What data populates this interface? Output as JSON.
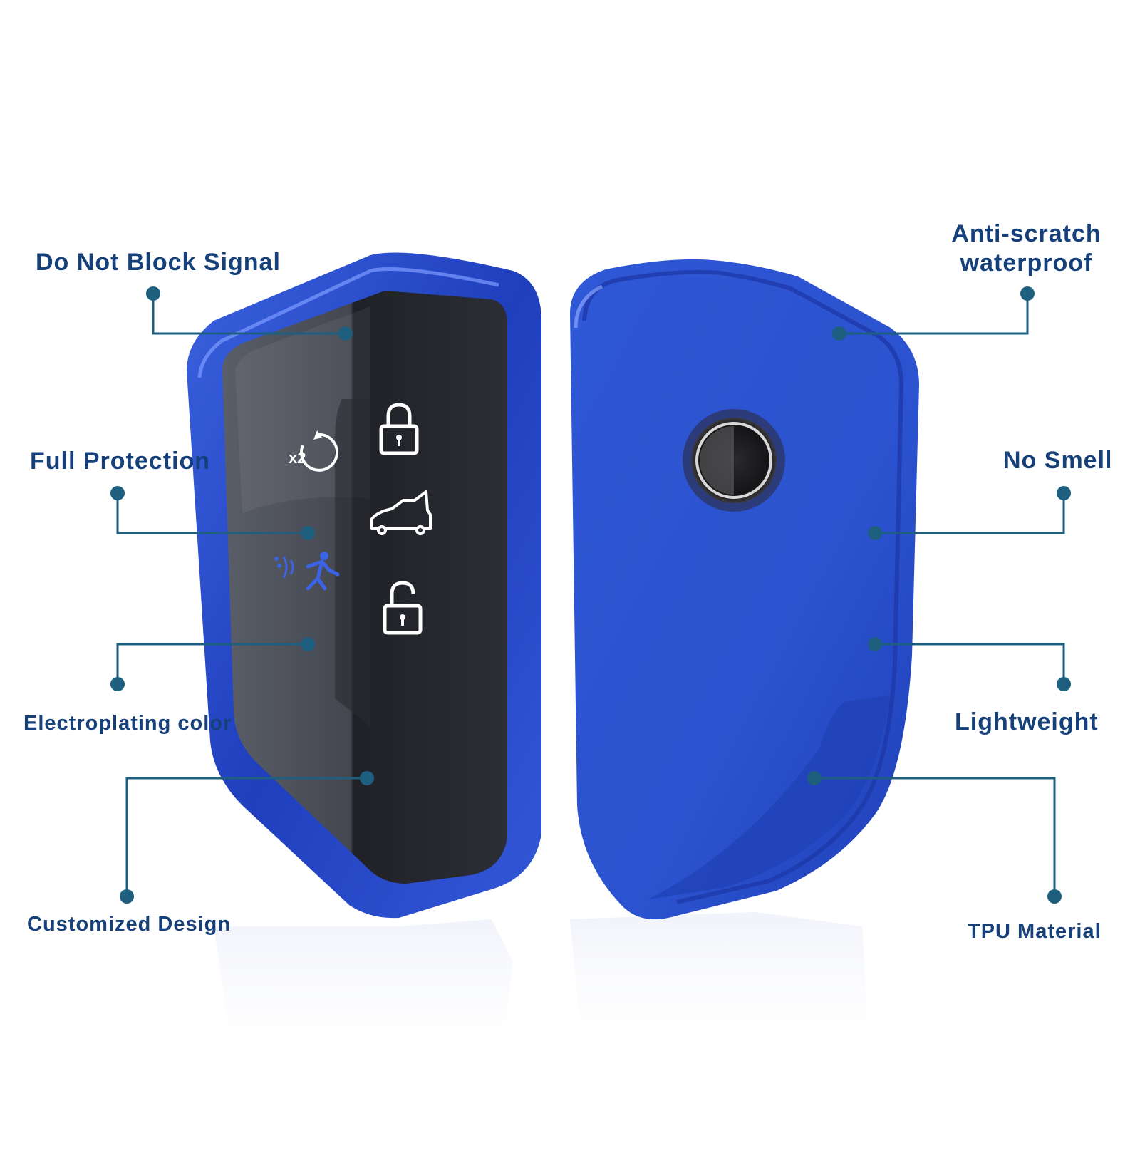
{
  "features": {
    "do_not_block_signal": "Do Not Block Signal",
    "full_protection": "Full Protection",
    "electroplating_color": "Electroplating color",
    "customized_design": "Customized Design",
    "anti_scratch_line1": "Anti-scratch",
    "anti_scratch_line2": "waterproof",
    "no_smell": "No Smell",
    "lightweight": "Lightweight",
    "tpu_material": "TPU Material"
  },
  "buttons": {
    "x2_label": "x2"
  },
  "colors": {
    "label_text": "#16407a",
    "leader_line": "#1e5f80",
    "case_blue": "#2a4fcc",
    "case_blue_dark": "#1a34a8",
    "key_face_dark": "#2a2c33",
    "key_face_mid": "#4b4f58"
  },
  "icons": [
    "lock-icon",
    "trunk-icon",
    "unlock-icon",
    "x2-remote-start-icon",
    "pedestrian-alert-icon",
    "power-button-icon"
  ]
}
